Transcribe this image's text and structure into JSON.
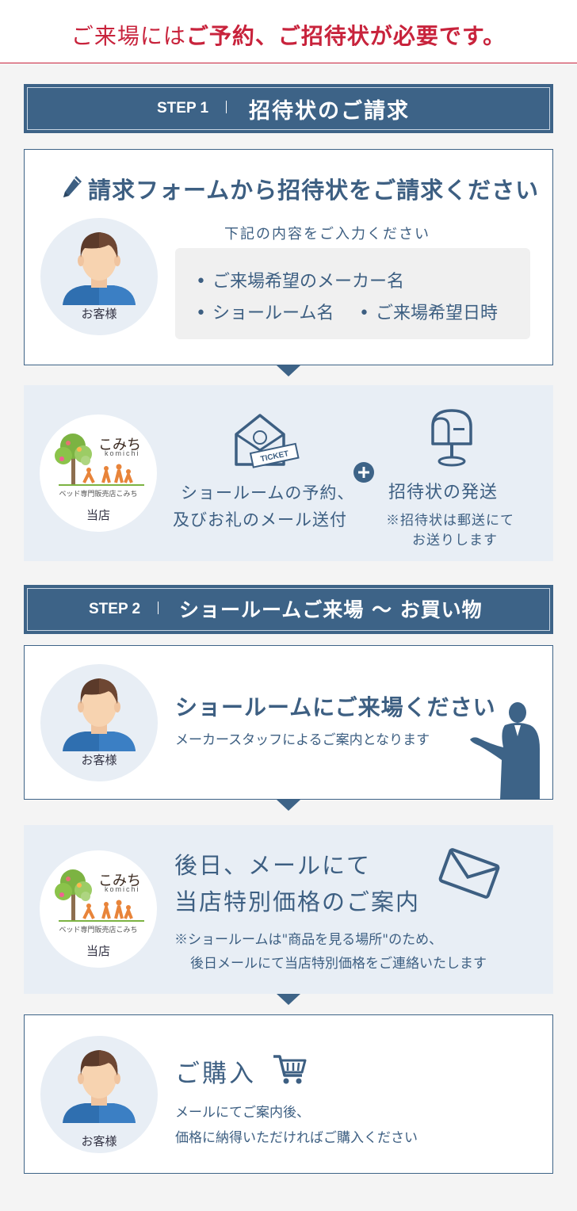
{
  "header": {
    "title_prefix": "ご来場には",
    "title_emphasis": "ご予約、ご招待状が必要です。"
  },
  "step1": {
    "number": "STEP 1",
    "title": "招待状のご請求",
    "request_card": {
      "heading": "請求フォームから招待状をご請求ください",
      "avatar_label": "お客様",
      "intro": "下記の内容をご入力ください",
      "items": [
        "ご来場希望のメーカー名",
        "ショールーム名",
        "ご来場希望日時"
      ]
    },
    "store_panel": {
      "logo_name": "こみち",
      "logo_roman": "komichi",
      "logo_caption": "ベッド専門販売店こみち",
      "avatar_label": "当店",
      "ticket_text": "TICKET",
      "reservation_line1": "ショールームの予約、",
      "reservation_line2": "及びお礼のメール送付",
      "send_title": "招待状の発送",
      "send_note_line1": "※招待状は郵送にて",
      "send_note_line2": "お送りします"
    }
  },
  "step2": {
    "number": "STEP 2",
    "title": "ショールームご来場 ～ お買い物",
    "visit_card": {
      "avatar_label": "お客様",
      "heading": "ショールームにご来場ください",
      "sub": "メーカースタッフによるご案内となります"
    },
    "mail_panel": {
      "logo_name": "こみち",
      "logo_roman": "komichi",
      "logo_caption": "ベッド専門販売店こみち",
      "avatar_label": "当店",
      "heading_line1": "後日、メールにて",
      "heading_line2": "当店特別価格のご案内",
      "note_line1": "※ショールームは\"商品を見る場所\"のため、",
      "note_line2": "後日メールにて当店特別価格をご連絡いたします"
    },
    "purchase_card": {
      "avatar_label": "お客様",
      "heading": "ご購入",
      "sub_line1": "メールにてご案内後、",
      "sub_line2": "価格に納得いただければご購入ください"
    }
  },
  "colors": {
    "accent_red": "#c8233c",
    "navy": "#3d6387",
    "panel_bg": "#e8eef5",
    "shirt_blue": "#2f6fb0",
    "logo_orange": "#e8843a",
    "logo_green": "#7cb342"
  },
  "icons": [
    "pencil-icon",
    "ticket-envelope-icon",
    "plus-icon",
    "mailbox-icon",
    "businessman-silhouette",
    "envelope-icon",
    "cart-icon"
  ]
}
